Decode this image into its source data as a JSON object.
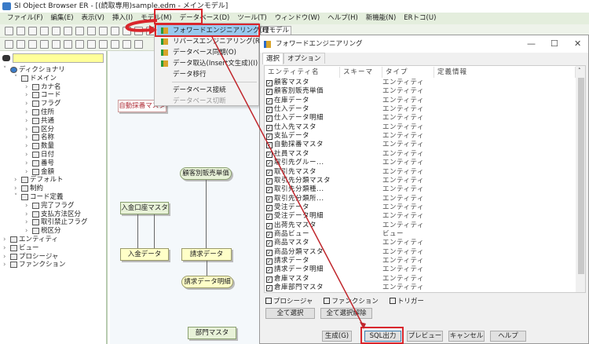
{
  "window": {
    "title": "SI Object Browser ER - [(読取専用)sample.edm - メインモデル]"
  },
  "menubar": [
    "ファイル(F)",
    "編集(E)",
    "表示(V)",
    "挿入(I)",
    "モデル(M)",
    "データベース(D)",
    "ツール(T)",
    "ウィンドウ(W)",
    "ヘルプ(H)",
    "新機能(N)",
    "ERトコ(U)"
  ],
  "toolbar": {
    "model_select": "理モデル"
  },
  "tree": [
    {
      "label": "ディクショナリ",
      "level": 0
    },
    {
      "label": "ドメイン",
      "level": 1
    },
    {
      "label": "カナ名",
      "level": 2
    },
    {
      "label": "コード",
      "level": 2
    },
    {
      "label": "フラグ",
      "level": 2
    },
    {
      "label": "住所",
      "level": 2
    },
    {
      "label": "共通",
      "level": 2
    },
    {
      "label": "区分",
      "level": 2
    },
    {
      "label": "名称",
      "level": 2
    },
    {
      "label": "数量",
      "level": 2
    },
    {
      "label": "日付",
      "level": 2
    },
    {
      "label": "番号",
      "level": 2
    },
    {
      "label": "金額",
      "level": 2
    },
    {
      "label": "デフォルト",
      "level": 1
    },
    {
      "label": "制約",
      "level": 1
    },
    {
      "label": "コード定義",
      "level": 1
    },
    {
      "label": "完了フラグ",
      "level": 2
    },
    {
      "label": "支払方法区分",
      "level": 2
    },
    {
      "label": "取引禁止フラグ",
      "level": 2
    },
    {
      "label": "税区分",
      "level": 2
    },
    {
      "label": "エンティティ",
      "level": 0
    },
    {
      "label": "ビュー",
      "level": 0
    },
    {
      "label": "プロシージャ",
      "level": 0
    },
    {
      "label": "ファンクション",
      "level": 0
    }
  ],
  "canvas": {
    "entities": [
      "自動採番マスタ",
      "顧客別販売単価",
      "入金口座マスタ",
      "入金データ",
      "請求データ",
      "請求データ明細",
      "部門マスタ"
    ]
  },
  "dropdown": [
    {
      "label": "フォワードエンジニアリング(F)",
      "selected": true
    },
    {
      "label": "リバースエンジニアリング(R)"
    },
    {
      "label": "データベース同期(O)"
    },
    {
      "label": "データ取込(Insert文生成)(I)"
    },
    {
      "label": "データ移行"
    },
    {
      "label": "データベース接続"
    },
    {
      "label": "データベース切断",
      "disabled": true
    }
  ],
  "dialog": {
    "title": "フォワードエンジニアリング",
    "tabs": [
      "選択",
      "オプション"
    ],
    "columns": [
      "エンティティ名",
      "スキーマ",
      "タイプ",
      "定義情報"
    ],
    "rows": [
      {
        "name": "顧客マスタ",
        "type": "エンティティ"
      },
      {
        "name": "顧客別販売単価",
        "type": "エンティティ"
      },
      {
        "name": "在庫データ",
        "type": "エンティティ"
      },
      {
        "name": "仕入データ",
        "type": "エンティティ"
      },
      {
        "name": "仕入データ明細",
        "type": "エンティティ"
      },
      {
        "name": "仕入先マスタ",
        "type": "エンティティ"
      },
      {
        "name": "支払データ",
        "type": "エンティティ"
      },
      {
        "name": "自動採番マスタ",
        "type": "エンティティ"
      },
      {
        "name": "社員マスタ",
        "type": "エンティティ"
      },
      {
        "name": "取引先グルー...",
        "type": "エンティティ"
      },
      {
        "name": "取引先マスタ",
        "type": "エンティティ"
      },
      {
        "name": "取引先分類マスタ",
        "type": "エンティティ"
      },
      {
        "name": "取引先分類種...",
        "type": "エンティティ"
      },
      {
        "name": "取引先分類所...",
        "type": "エンティティ"
      },
      {
        "name": "受注データ",
        "type": "エンティティ"
      },
      {
        "name": "受注データ明細",
        "type": "エンティティ"
      },
      {
        "name": "出荷先マスタ",
        "type": "エンティティ"
      },
      {
        "name": "商品ビュー",
        "type": "ビュー"
      },
      {
        "name": "商品マスタ",
        "type": "エンティティ"
      },
      {
        "name": "商品分類マスタ",
        "type": "エンティティ"
      },
      {
        "name": "請求データ",
        "type": "エンティティ"
      },
      {
        "name": "請求データ明細",
        "type": "エンティティ"
      },
      {
        "name": "倉庫マスタ",
        "type": "エンティティ"
      },
      {
        "name": "倉庫部門マスタ",
        "type": "エンティティ"
      }
    ],
    "filters": [
      "プロシージャ",
      "ファンクション",
      "トリガー"
    ],
    "select_all": "全て選択",
    "deselect_all": "全て選択解除",
    "buttons": [
      "生成(G)",
      "SQL出力",
      "プレビュー",
      "キャンセル",
      "ヘルプ"
    ]
  },
  "colors": {
    "annotation": "#d9262c",
    "menu_highlight": "#99c9ef"
  }
}
